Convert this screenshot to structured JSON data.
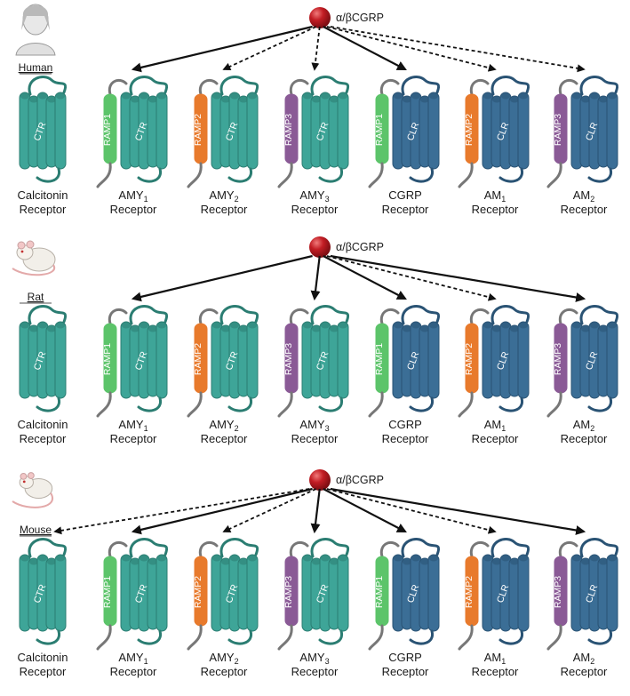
{
  "ligand_label": "α/βCGRP",
  "colors": {
    "ctr": "#3ea598",
    "ctr_dark": "#2b7d72",
    "clr": "#3b6e96",
    "clr_dark": "#2a5374",
    "ramp1": "#5cc46a",
    "ramp2": "#e87a2c",
    "ramp3": "#8a5a96",
    "ligand": "#c21d24",
    "tail": "#777777"
  },
  "receptors": [
    {
      "core": "CTR",
      "ramp": "",
      "name": "Calcitonin",
      "sub": "",
      "line2": "Receptor"
    },
    {
      "core": "CTR",
      "ramp": "RAMP1",
      "name": "AMY",
      "sub": "1",
      "line2": "Receptor"
    },
    {
      "core": "CTR",
      "ramp": "RAMP2",
      "name": "AMY",
      "sub": "2",
      "line2": "Receptor"
    },
    {
      "core": "CTR",
      "ramp": "RAMP3",
      "name": "AMY",
      "sub": "3",
      "line2": "Receptor"
    },
    {
      "core": "CLR",
      "ramp": "RAMP1",
      "name": "CGRP",
      "sub": "",
      "line2": "Receptor"
    },
    {
      "core": "CLR",
      "ramp": "RAMP2",
      "name": "AM",
      "sub": "1",
      "line2": "Receptor"
    },
    {
      "core": "CLR",
      "ramp": "RAMP3",
      "name": "AM",
      "sub": "2",
      "line2": "Receptor"
    }
  ],
  "panels": [
    {
      "species": "Human",
      "arrows": [
        "none",
        "solid",
        "dashed",
        "dashed",
        "solid",
        "dashed",
        "dashed"
      ]
    },
    {
      "species": "Rat",
      "arrows": [
        "none",
        "solid",
        "none",
        "solid",
        "solid",
        "dashed",
        "solid"
      ]
    },
    {
      "species": "Mouse",
      "arrows": [
        "dashed",
        "solid",
        "dashed",
        "solid",
        "solid",
        "dashed",
        "solid"
      ]
    }
  ]
}
